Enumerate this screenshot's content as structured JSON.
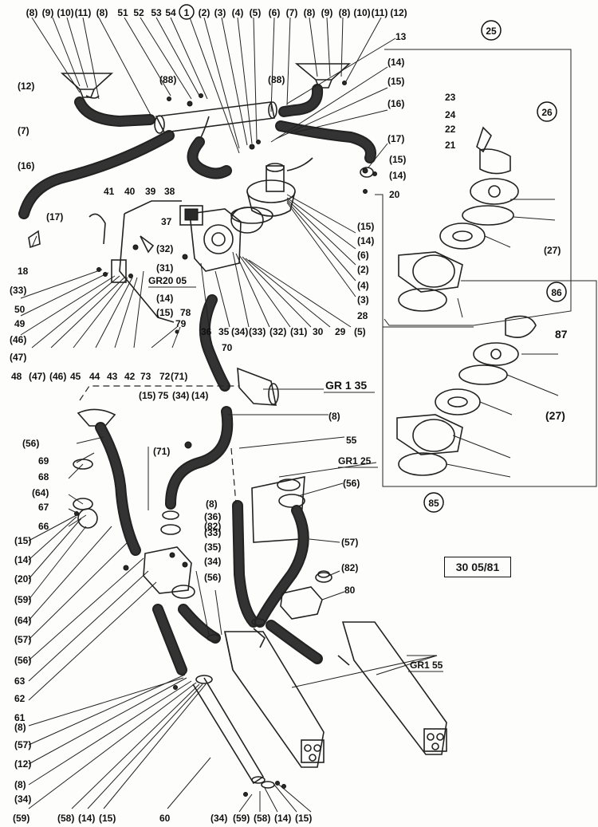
{
  "reference_code": "30 05/81",
  "group_refs": {
    "gr135": "GR 1 35",
    "gr125": "GR1 25",
    "gr155": "GR1 55",
    "gr2005": "GR20 05"
  },
  "circled": {
    "c1": "1",
    "c25": "25",
    "c26": "26",
    "c85": "85",
    "c86": "86"
  },
  "top_labels": [
    "(8)",
    "(9)",
    "(10)",
    "(11)",
    "(8)",
    "51",
    "52",
    "53",
    "54",
    "(2)",
    "(3)",
    "(4)",
    "(5)",
    "(6)",
    "(7)",
    "(8)",
    "(9)",
    "(8)",
    "(10)",
    "(11)",
    "(12)"
  ],
  "labels": {
    "l13": "13",
    "l14a": "(14)",
    "l15a": "(15)",
    "l16a": "(16)",
    "l17a": "(17)",
    "l15b": "(15)",
    "l14b": "(14)",
    "l20": "20",
    "l12a": "(12)",
    "l7a": "(7)",
    "l16b": "(16)",
    "l17b": "(17)",
    "l18": "18",
    "l33a": "(33)",
    "l50": "50",
    "l49": "49",
    "l46a": "(46)",
    "l47a": "(47)",
    "l48": "48",
    "l47b": "(47)",
    "l46b": "(46)",
    "l45": "45",
    "l44": "44",
    "l43": "43",
    "l42": "42",
    "l41": "41",
    "l40": "40",
    "l39": "39",
    "l38": "38",
    "l37": "37",
    "l32a": "(32)",
    "l31a": "(31)",
    "l14c": "(14)",
    "l15c": "(15)",
    "l78": "78",
    "l79": "79",
    "l36a": "36",
    "l35": "35",
    "l34a": "(34)",
    "l33b": "(33)",
    "l32b": "(32)",
    "l31b": "(31)",
    "l30": "30",
    "l29": "29",
    "l5": "(5)",
    "l3": "(3)",
    "l28": "28",
    "l4": "(4)",
    "l2": "(2)",
    "l6": "(6)",
    "l14d": "(14)",
    "l15d": "(15)",
    "l70": "70",
    "l73": "73",
    "l72": "72",
    "l71a": "(71)",
    "l88a": "(88)",
    "l88b": "(88)",
    "l23": "23",
    "l24": "24",
    "l22": "22",
    "l21": "21",
    "l27a": "(27)",
    "l87": "87",
    "l27b": "(27)",
    "l15e": "(15)",
    "l75": "75",
    "l34b": "(34)",
    "l14e": "(14)",
    "l8a": "(8)",
    "l55": "55",
    "l56a": "(56)",
    "l56b": "(56)",
    "l69": "69",
    "l68": "68",
    "l64a": "(64)",
    "l67": "67",
    "l66": "66",
    "l71b": "(71)",
    "l15f": "(15)",
    "l14f": "(14)",
    "l20b": "(20)",
    "l59a": "(59)",
    "l64b": "(64)",
    "l57a": "(57)",
    "l56c": "(56)",
    "l63": "63",
    "l62": "62",
    "l61": "61",
    "l8b": "(8)",
    "l57b": "(57)",
    "l12b": "(12)",
    "l8c": "(8)",
    "l34c": "(34)",
    "l59b": "(59)",
    "l58a": "(58)",
    "l14g": "(14)",
    "l15g": "(15)",
    "l60": "60",
    "l34d": "(34)",
    "l59c": "(59)",
    "l58b": "(58)",
    "l14h": "(14)",
    "l15h": "(15)",
    "l8d": "(8)",
    "l82a": "(82)",
    "l36b": "(36)",
    "l33c": "(33)",
    "l35b": "(35)",
    "l34e": "(34)",
    "l56d": "(56)",
    "l57c": "(57)",
    "l82b": "(82)",
    "l80": "80"
  }
}
